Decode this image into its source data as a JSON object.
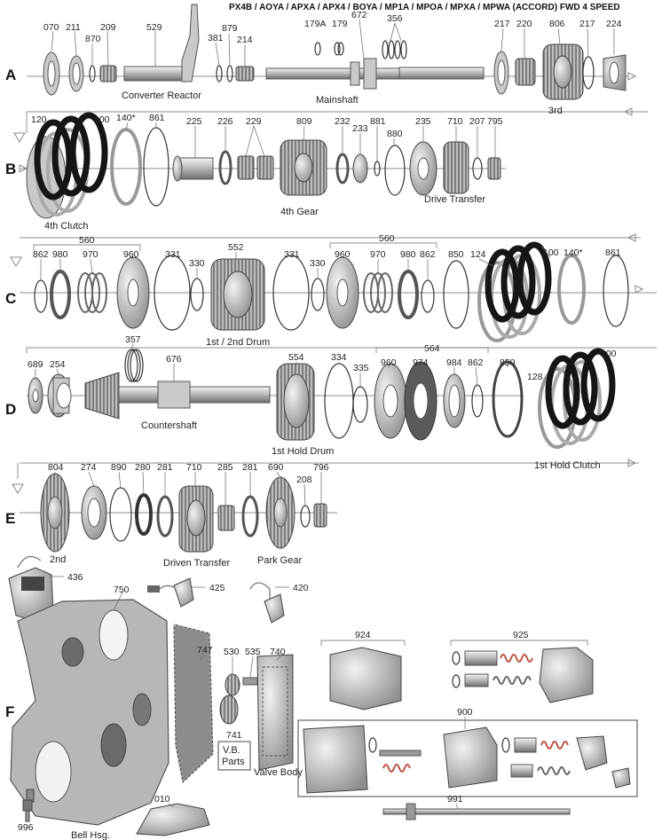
{
  "title": "PX4B / AOYA / APXA / APX4 / BOYA / MP1A / MPOA / MPXA / MPWA (ACCORD) FWD 4 SPEED",
  "rows": [
    "A",
    "B",
    "C",
    "D",
    "E",
    "F"
  ],
  "callouts": {
    "a": [
      "070",
      "211",
      "870",
      "209",
      "529",
      "381",
      "879",
      "214",
      "179A",
      "179",
      "672",
      "356",
      "217",
      "220",
      "806",
      "217",
      "224"
    ],
    "b": [
      "120",
      "100",
      "140*",
      "861",
      "225",
      "226",
      "229",
      "809",
      "232",
      "233",
      "881",
      "880",
      "235",
      "710",
      "207",
      "795"
    ],
    "c": [
      "560",
      "862",
      "980",
      "970",
      "960",
      "331",
      "552",
      "330",
      "331",
      "330",
      "560",
      "960",
      "970",
      "980",
      "862",
      "850",
      "124",
      "100",
      "140*",
      "861"
    ],
    "d": [
      "689",
      "254",
      "357",
      "676",
      "554",
      "334",
      "335",
      "564",
      "960",
      "974",
      "984",
      "862",
      "850",
      "128",
      "100"
    ],
    "e": [
      "804",
      "274",
      "890",
      "280",
      "281",
      "710",
      "285",
      "281",
      "690",
      "208",
      "796"
    ],
    "f": [
      "436",
      "425",
      "420",
      "750",
      "747",
      "530",
      "535",
      "740",
      "924",
      "925",
      "900",
      "741",
      "010",
      "991",
      "996"
    ]
  },
  "labels": {
    "converter_reactor": "Converter Reactor",
    "mainshaft": "Mainshaft",
    "third": "3rd",
    "fourth_clutch": "4th Clutch",
    "fourth_gear": "4th Gear",
    "drive_transfer": "Drive Transfer",
    "first_second_drum": "1st / 2nd Drum",
    "countershaft": "Countershaft",
    "first_hold_drum": "1st Hold Drum",
    "first_hold_clutch": "1st Hold Clutch",
    "second": "2nd",
    "driven_transfer": "Driven Transfer",
    "park_gear": "Park Gear",
    "vb_parts_1": "V.B.",
    "vb_parts_2": "Parts",
    "valve_body": "Valve Body",
    "bell_hsg": "Bell Hsg."
  }
}
